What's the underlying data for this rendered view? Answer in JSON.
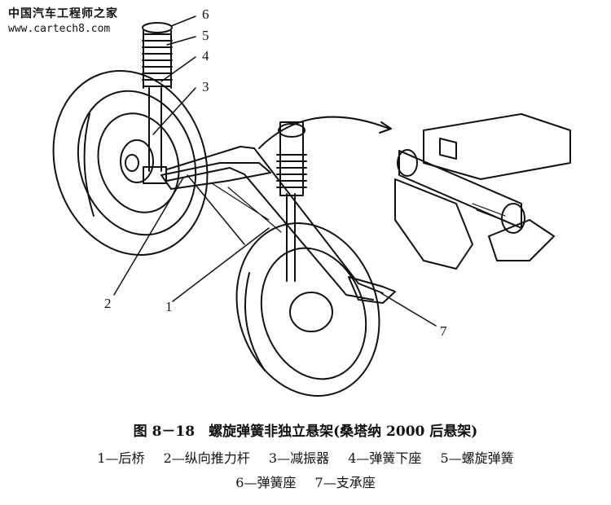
{
  "watermark": {
    "site_name": "中国汽车工程师之家",
    "url": "www.cartech8.com"
  },
  "callouts": [
    "1",
    "2",
    "3",
    "4",
    "5",
    "6",
    "7"
  ],
  "caption": {
    "title": "图 8－18　螺旋弹簧非独立悬架(桑塔纳 2000 后悬架)",
    "legend_row1": [
      "1—后桥",
      "2—纵向推力杆",
      "3—减振器",
      "4—弹簧下座",
      "5—螺旋弹簧"
    ],
    "legend_row2": [
      "6—弹簧座",
      "7—支承座"
    ]
  },
  "colors": {
    "ink": "#111111",
    "background": "#ffffff"
  }
}
